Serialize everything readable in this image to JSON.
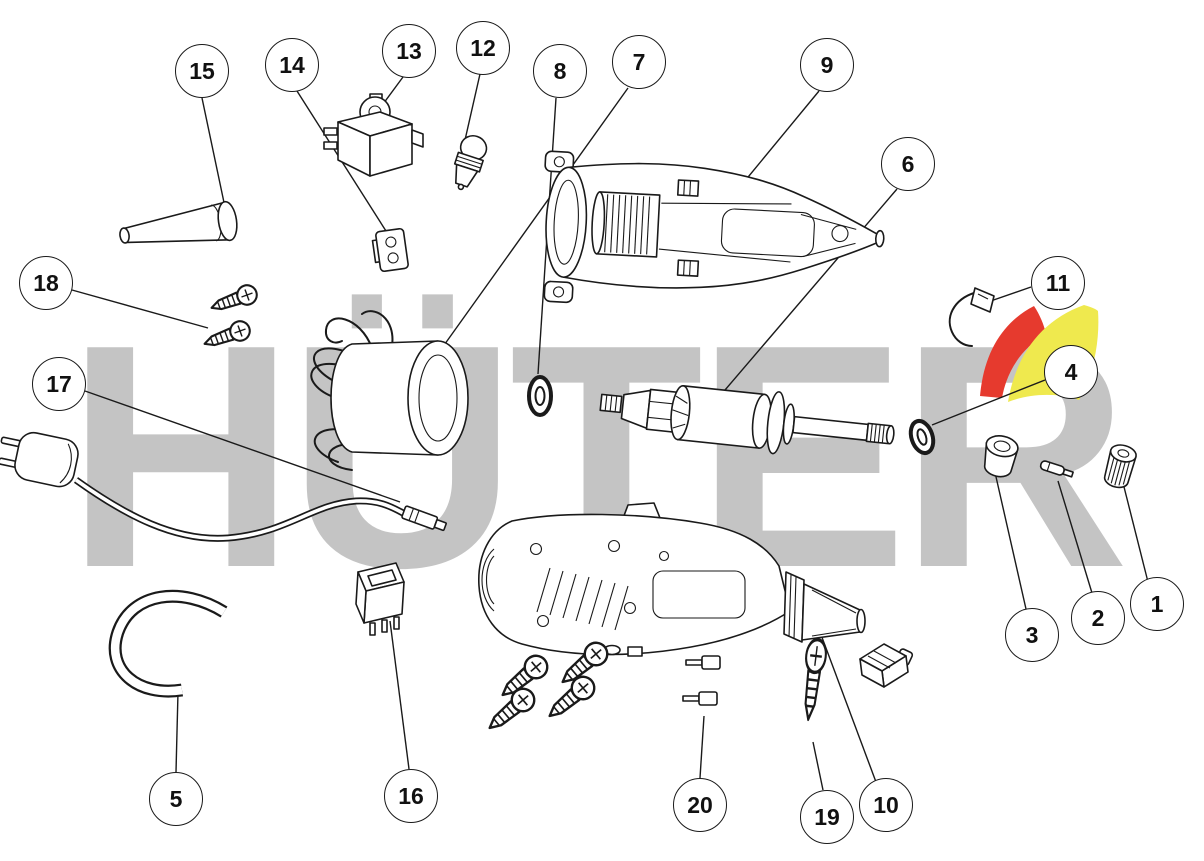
{
  "diagram": {
    "watermark_text": "HÜTER",
    "colors": {
      "background": "#ffffff",
      "line": "#1a1a1a",
      "watermark": "#c4c4c4",
      "logo_red": "#e63a2e",
      "logo_yellow": "#efe94e"
    },
    "callouts": {
      "n1": "1",
      "n2": "2",
      "n3": "3",
      "n4": "4",
      "n5": "5",
      "n6": "6",
      "n7": "7",
      "n8": "8",
      "n9": "9",
      "n10": "10",
      "n11": "11",
      "n12": "12",
      "n13": "13",
      "n14": "14",
      "n15": "15",
      "n16": "16",
      "n17": "17",
      "n18": "18",
      "n19": "19",
      "n20": "20"
    }
  }
}
